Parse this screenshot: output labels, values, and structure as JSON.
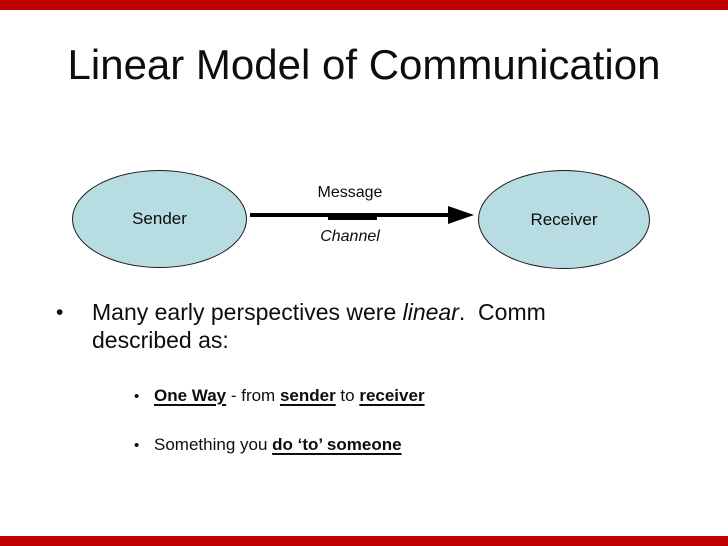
{
  "slide": {
    "title": "Linear Model of Communication"
  },
  "colors": {
    "accent_bar": "#c00000",
    "ellipse_fill": "#b7dce1",
    "text": "#0d0d0d"
  },
  "diagram": {
    "sender_label": "Sender",
    "receiver_label": "Receiver",
    "message_label": "Message",
    "channel_label": "Channel"
  },
  "bullets": {
    "main": {
      "marker": "•",
      "line1_pre": "Many early perspectives were ",
      "line1_italic": "linear",
      "line1_post": ".  Comm",
      "line2": "described as:"
    },
    "sub1": {
      "marker": "•",
      "bold1": "One Way",
      "mid1": " - from ",
      "bold2": "sender",
      "mid2": " to ",
      "bold3": "receiver"
    },
    "sub2": {
      "marker": "•",
      "pre": "Something you ",
      "bold": "do ‘to’ someone"
    }
  }
}
